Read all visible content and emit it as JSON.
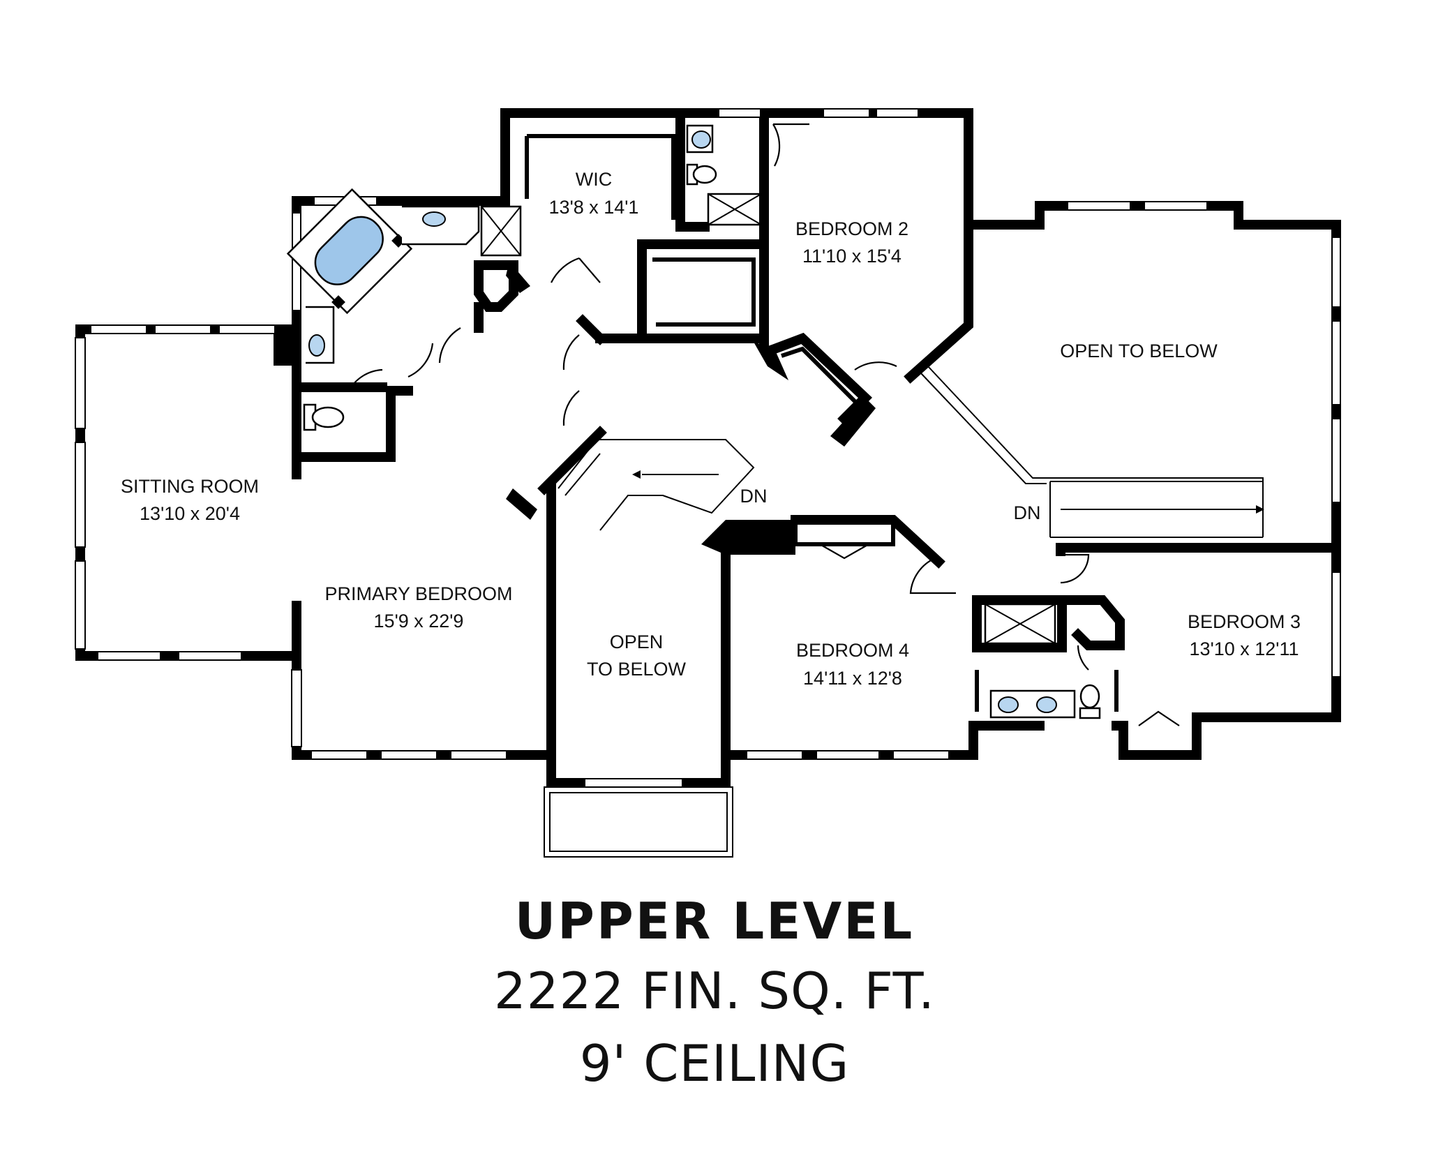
{
  "rooms": {
    "wic": {
      "name": "WIC",
      "size": "13'8 x 14'1"
    },
    "bedroom2": {
      "name": "BEDROOM 2",
      "size": "11'10 x 15'4"
    },
    "open_right": {
      "name": "OPEN TO BELOW"
    },
    "sitting": {
      "name": "SITTING ROOM",
      "size": "13'10 x 20'4"
    },
    "primary": {
      "name": "PRIMARY BEDROOM",
      "size": "15'9 x 22'9"
    },
    "open_center": {
      "line1": "OPEN",
      "line2": "TO BELOW"
    },
    "bedroom4": {
      "name": "BEDROOM 4",
      "size": "14'11 x 12'8"
    },
    "bedroom3": {
      "name": "BEDROOM 3",
      "size": "13'10 x 12'11"
    }
  },
  "stairs": {
    "dn_left": "DN",
    "dn_right": "DN"
  },
  "footer": {
    "title": "UPPER LEVEL",
    "sqft": "2222 FIN. SQ. FT.",
    "ceiling": "9' CEILING"
  }
}
